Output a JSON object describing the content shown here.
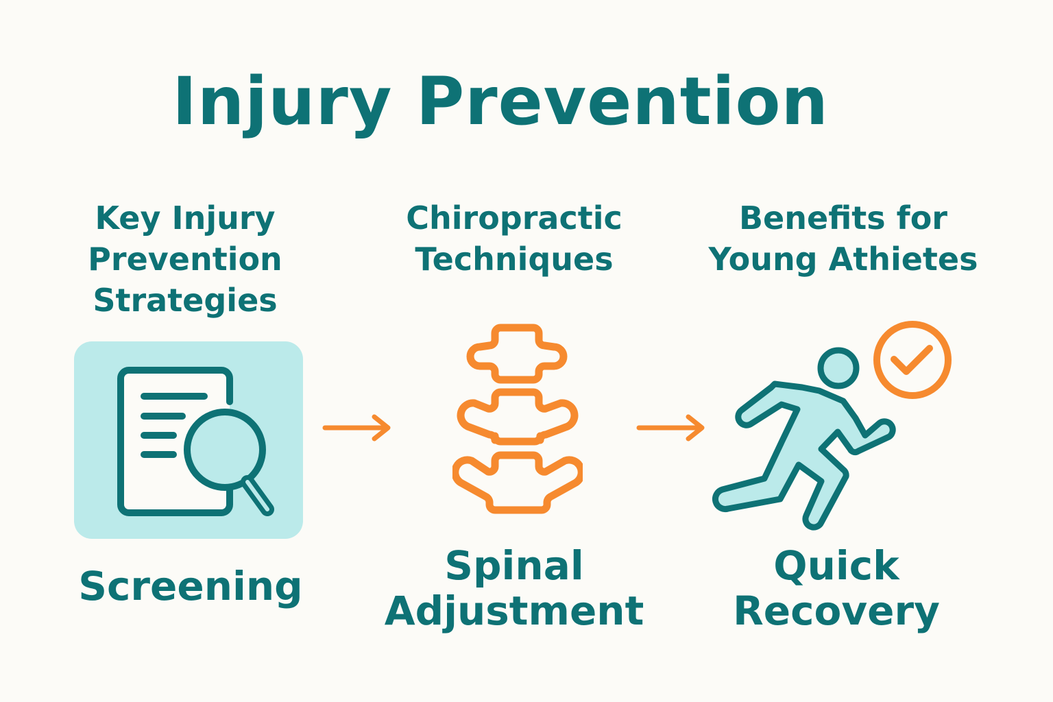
{
  "title": "Injury Prevention",
  "columns": [
    {
      "heading_lines": [
        "Key Injury",
        "Prevention",
        "Strategies"
      ],
      "icon": "document-magnifier-icon",
      "label_lines": [
        "Screening"
      ]
    },
    {
      "heading_lines": [
        "Chiropractic",
        "Techniques"
      ],
      "icon": "spine-vertebrae-icon",
      "label_lines": [
        "Spinal",
        "Adjustment"
      ]
    },
    {
      "heading_lines": [
        "Benefits for",
        "Young Athietes"
      ],
      "icon": "running-person-check-icon",
      "label_lines": [
        "Quick",
        "Recovery"
      ]
    }
  ],
  "arrows": [
    "arrow-right-icon",
    "arrow-right-icon"
  ],
  "colors": {
    "teal": "#0e7275",
    "light_teal": "#bbeaea",
    "orange": "#f68a2f",
    "background": "#fcfbf7"
  }
}
